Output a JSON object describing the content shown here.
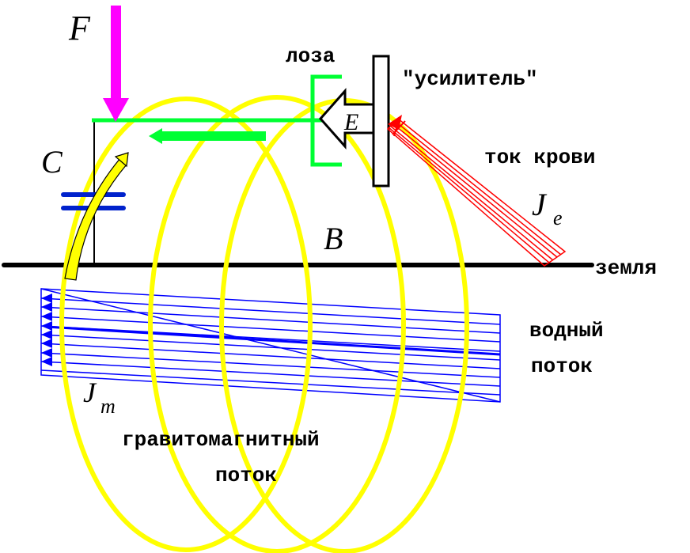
{
  "labels": {
    "force": "F",
    "capacitor": "C",
    "field_b": "B",
    "field_e": "E",
    "current_e_main": "J",
    "current_e_sub": "e",
    "current_m_main": "J",
    "current_m_sub": "m",
    "vine": "лоза",
    "amplifier": "\"усилитель\"",
    "blood_current": "ток крови",
    "ground": "земля",
    "water_flow_line1": "водный",
    "water_flow_line2": "поток",
    "gravito_line1": "гравитомагнитный",
    "gravito_line2": "поток"
  },
  "colors": {
    "force_arrow": "#ff00ff",
    "vine": "#00ff33",
    "gravitomagnetic_flux": "#ffff00",
    "water_flow": "#0000ff",
    "blood_current": "#ff0000",
    "capacitor": "#0022cc",
    "ground": "#000000"
  }
}
